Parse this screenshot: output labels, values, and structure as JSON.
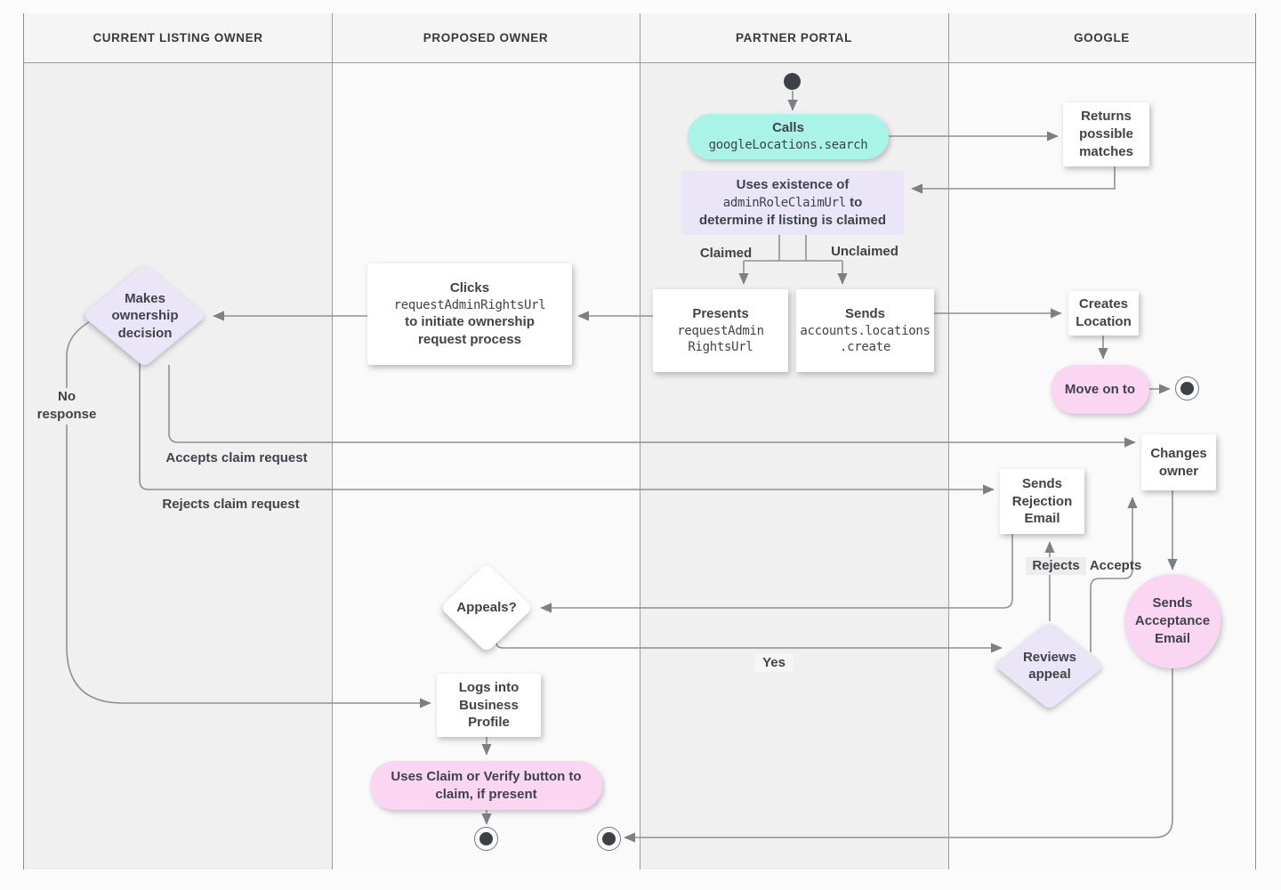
{
  "lanes": [
    {
      "label": "CURRENT LISTING OWNER"
    },
    {
      "label": "PROPOSED OWNER"
    },
    {
      "label": "PARTNER PORTAL"
    },
    {
      "label": "GOOGLE"
    }
  ],
  "nodes": {
    "calls": {
      "title": "Calls",
      "code": "googleLocations.search"
    },
    "returns_matches": {
      "text": "Returns possible matches"
    },
    "uses_existence": {
      "line1": "Uses existence of",
      "code": "adminRoleClaimUrl",
      "line2_suffix": " to",
      "line3": "determine if listing is claimed"
    },
    "presents": {
      "title": "Presents",
      "code_lines": [
        "requestAdmin",
        "RightsUrl"
      ]
    },
    "sends_create": {
      "title": "Sends",
      "code_lines": [
        "accounts.locations",
        ".create"
      ]
    },
    "clicks": {
      "title": "Clicks",
      "code": "requestAdminRightsUrl",
      "rest": "to initiate ownership request process"
    },
    "makes_decision": {
      "text": "Makes ownership decision"
    },
    "creates_location": {
      "text": "Creates Location"
    },
    "move_on": {
      "text": "Move on to"
    },
    "changes_owner": {
      "text": "Changes owner"
    },
    "sends_rejection": {
      "text": "Sends Rejection Email"
    },
    "sends_acceptance": {
      "text": "Sends Acceptance Email"
    },
    "appeals": {
      "text": "Appeals?"
    },
    "reviews_appeal": {
      "text": "Reviews appeal"
    },
    "logs_into": {
      "text": "Logs into Business Profile"
    },
    "uses_claim": {
      "text": "Uses Claim or Verify button to claim, if present"
    }
  },
  "edge_labels": {
    "claimed": "Claimed",
    "unclaimed": "Unclaimed",
    "no_response": "No response",
    "accepts_claim": "Accepts claim request",
    "rejects_claim": "Rejects claim request",
    "rejects": "Rejects",
    "accepts": "Accepts",
    "yes": "Yes"
  },
  "colors": {
    "teal": "#a9f3e7",
    "lavender": "#ebe5f8",
    "pink": "#fbd6f3",
    "line": "#8e9195",
    "text": "#3f4348",
    "lane_dark": "#f0f0f1",
    "lane_light": "#fafafa"
  }
}
